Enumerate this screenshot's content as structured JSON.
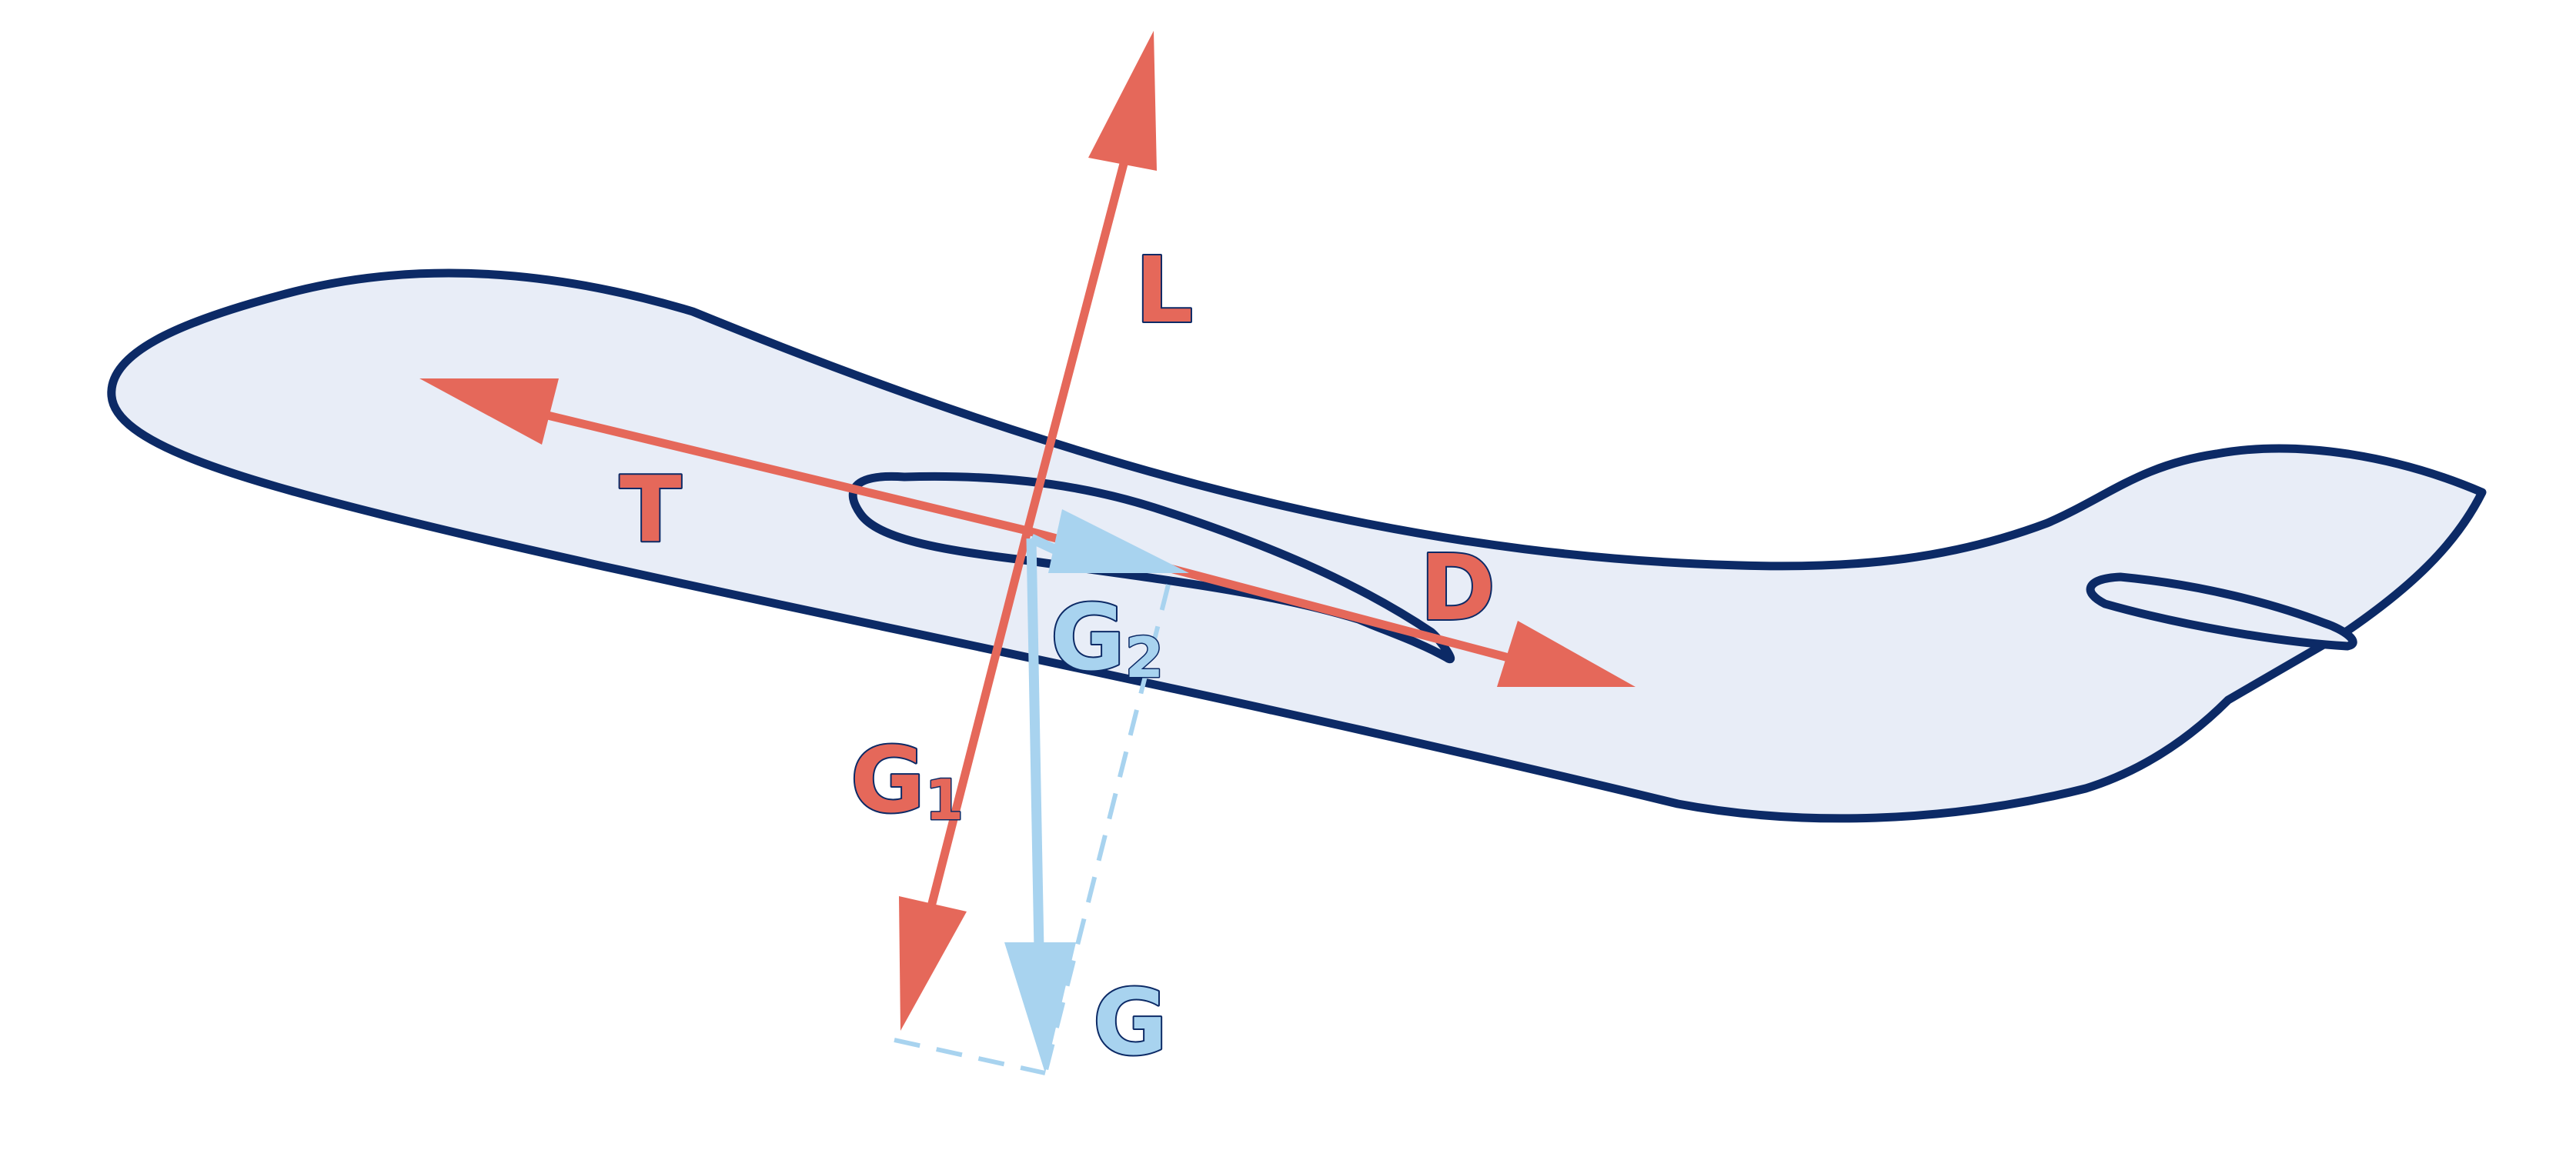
{
  "colors": {
    "outline": "#0c2a66",
    "body_fill": "#e8edf7",
    "primary_force": "#e5685a",
    "gravity_force": "#a8d3ef"
  },
  "labels": {
    "lift": "L",
    "thrust": "T",
    "drag": "D",
    "gravity": "G",
    "gravity_1_letter": "G",
    "gravity_1_sub": "1",
    "gravity_2_letter": "G",
    "gravity_2_sub": "2"
  }
}
